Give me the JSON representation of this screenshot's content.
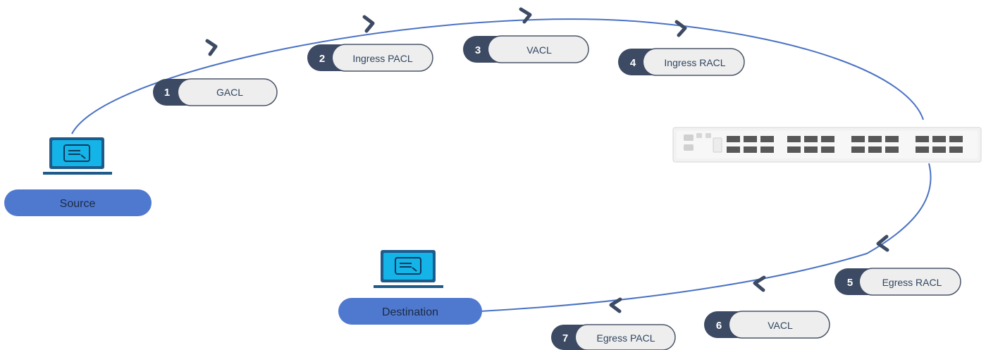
{
  "colors": {
    "flow_line": "#4a72c4",
    "arrow": "#3d4a63",
    "badge_dark": "#3d4a63",
    "pill_fill": "#eeeeee",
    "pill_border": "#4a5568",
    "host_pill": "#4f79cf",
    "laptop_screen": "#14b4e8",
    "laptop_base": "#1e5a8a"
  },
  "source": {
    "label": "Source",
    "icon": "laptop-icon"
  },
  "destination": {
    "label": "Destination",
    "icon": "laptop-icon"
  },
  "switch": {
    "icon": "network-switch-icon"
  },
  "steps": [
    {
      "number": "1",
      "label": "GACL"
    },
    {
      "number": "2",
      "label": "Ingress PACL"
    },
    {
      "number": "3",
      "label": "VACL"
    },
    {
      "number": "4",
      "label": "Ingress RACL"
    },
    {
      "number": "5",
      "label": "Egress RACL"
    },
    {
      "number": "6",
      "label": "VACL"
    },
    {
      "number": "7",
      "label": "Egress PACL"
    }
  ]
}
